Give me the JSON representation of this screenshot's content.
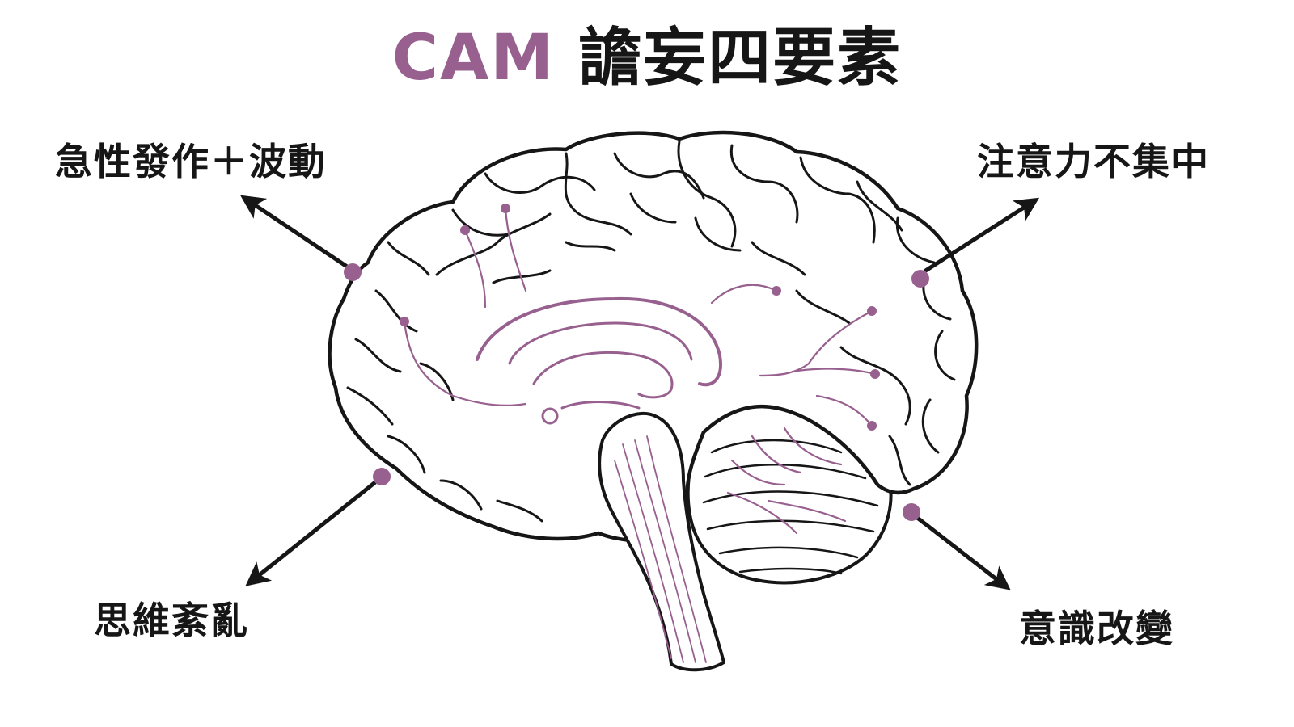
{
  "title": {
    "accent": "CAM",
    "rest": " 譫妄四要素"
  },
  "features": {
    "top_left": "急性發作＋波動",
    "top_right": "注意力不集中",
    "bottom_left": "思維紊亂",
    "bottom_right": "意識改變"
  },
  "colors": {
    "accent": "#98608f",
    "outline": "#161616",
    "background": "#ffffff"
  }
}
